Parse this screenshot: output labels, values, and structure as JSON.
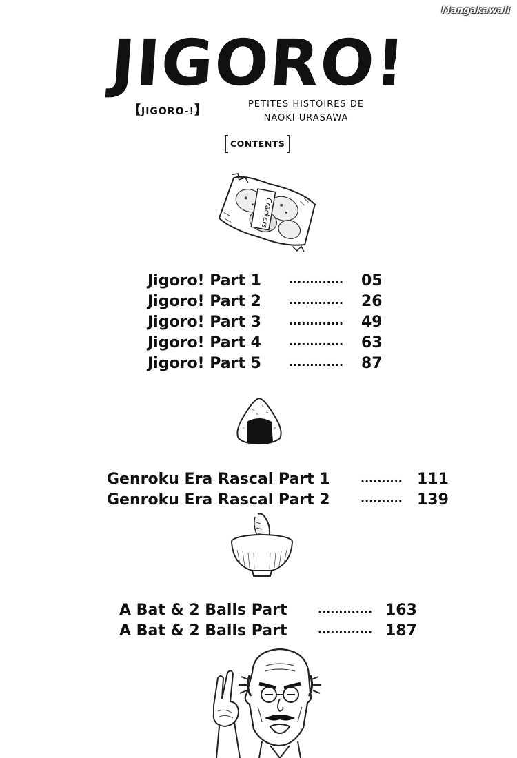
{
  "watermark": "Mangakawaii",
  "title": "JIGORO!",
  "japanese_title": "JIGORO-!",
  "subtitle": {
    "line1": "PETITES HISTOIRES DE",
    "line2": "NAOKI URASAWA"
  },
  "contents_label": "CONTENTS",
  "crackers_label": "Crackers",
  "sections": [
    {
      "items": [
        {
          "title": "Jigoro! Part 1",
          "dots": ".............",
          "page": "05"
        },
        {
          "title": "Jigoro! Part 2",
          "dots": ".............",
          "page": "26"
        },
        {
          "title": "Jigoro! Part 3",
          "dots": ".............",
          "page": "49"
        },
        {
          "title": "Jigoro! Part 4",
          "dots": ".............",
          "page": "63"
        },
        {
          "title": "Jigoro! Part 5",
          "dots": ".............",
          "page": "87"
        }
      ]
    },
    {
      "items": [
        {
          "title": "Genroku Era Rascal Part 1",
          "dots": "..........",
          "page": "111"
        },
        {
          "title": "Genroku Era Rascal Part 2",
          "dots": "..........",
          "page": "139"
        }
      ]
    },
    {
      "items": [
        {
          "title": "A Bat & 2 Balls Part",
          "dots": ".............",
          "page": "163"
        },
        {
          "title": "A Bat & 2 Balls Part",
          "dots": ".............",
          "page": "187"
        }
      ]
    }
  ]
}
